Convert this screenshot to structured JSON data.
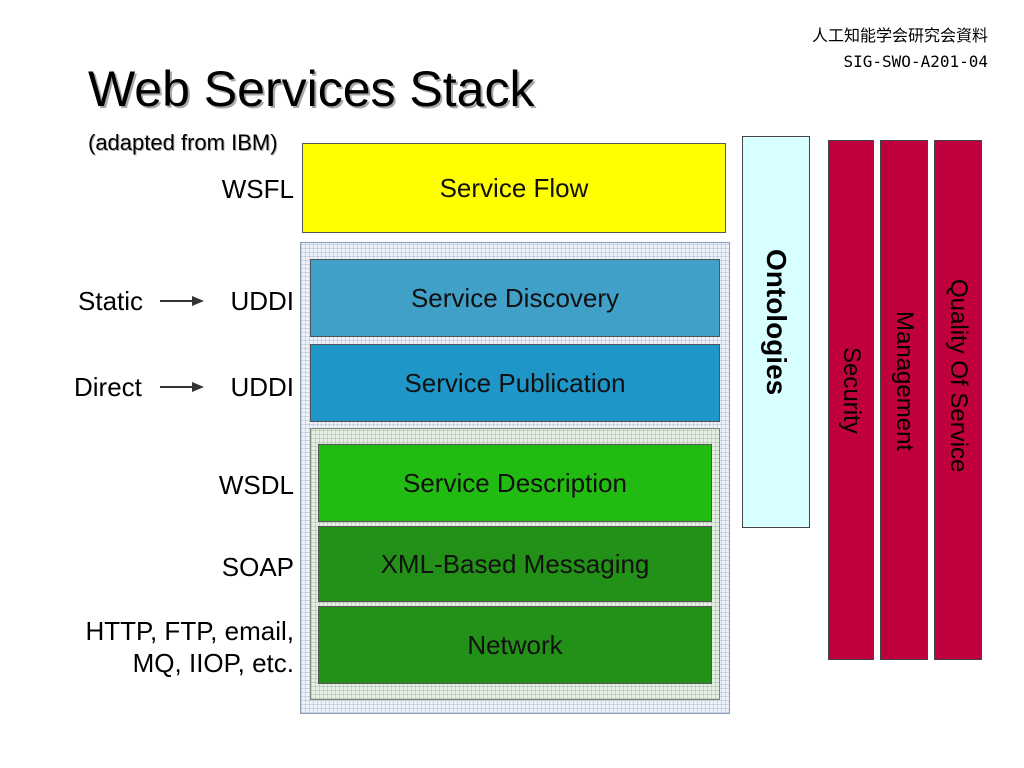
{
  "header": {
    "ref_line1": "人工知能学会研究会資料",
    "ref_line2": "SIG-SWO-A201-04"
  },
  "title": "Web Services Stack",
  "subtitle": "(adapted from IBM)",
  "layers": [
    {
      "label": "Service Flow",
      "protocol": "WSFL",
      "color": "#ffff00"
    },
    {
      "label": "Service Discovery",
      "protocol": "UDDI",
      "prefix": "Static",
      "color": "#40a0c8"
    },
    {
      "label": "Service Publication",
      "protocol": "UDDI",
      "prefix": "Direct",
      "color": "#1f96c8"
    },
    {
      "label": "Service Description",
      "protocol": "WSDL",
      "color": "#22bb11"
    },
    {
      "label": "XML-Based Messaging",
      "protocol": "SOAP",
      "color": "#239018"
    },
    {
      "label": "Network",
      "protocol_line1": "HTTP, FTP, email,",
      "protocol_line2": "MQ, IIOP, etc.",
      "color": "#239018"
    }
  ],
  "side_columns": [
    {
      "label": "Ontologies",
      "color": "#d8ffff"
    },
    {
      "label": "Security",
      "color": "#c0003c"
    },
    {
      "label": "Management",
      "color": "#c0003c"
    },
    {
      "label": "Quality Of Service",
      "color": "#c0003c"
    }
  ]
}
